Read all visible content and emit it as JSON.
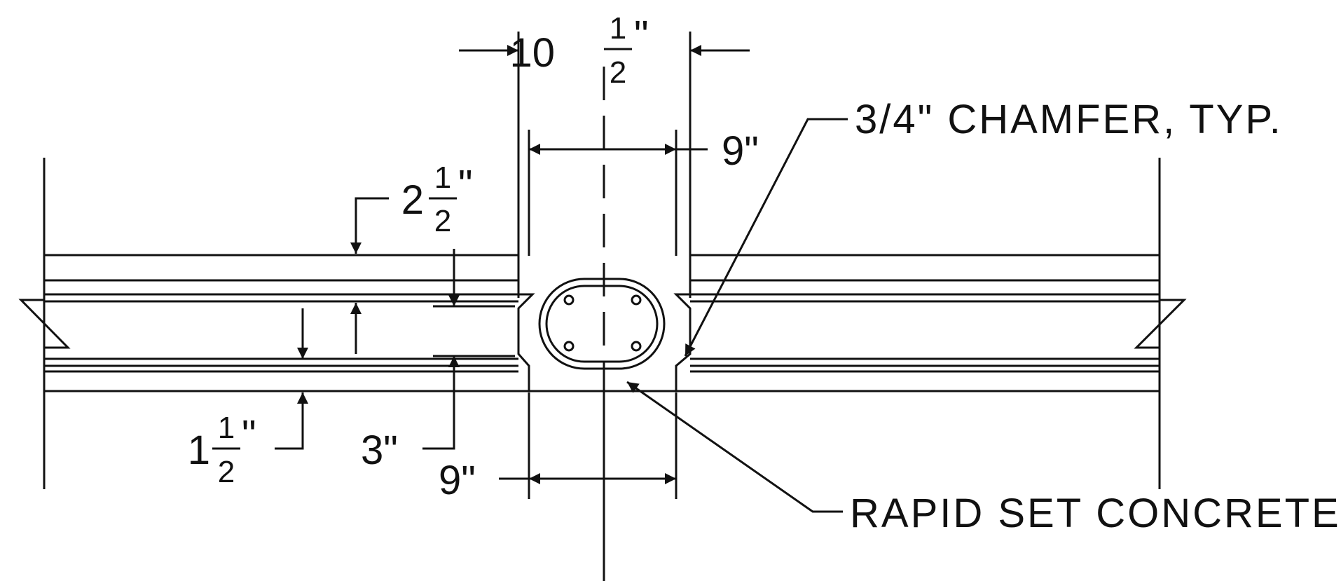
{
  "colors": {
    "line": "#111111",
    "background": "#ffffff"
  },
  "annotations": {
    "chamfer": "3/4\" CHAMFER, TYP.",
    "rapid_set": "RAPID SET CONCRETE"
  },
  "dimensions": {
    "top_width": {
      "whole": "10",
      "num": "1",
      "den": "2",
      "unit": "\""
    },
    "inner_top_width": {
      "value": "9\""
    },
    "bottom_width": {
      "value": "9\""
    },
    "top_cover": {
      "whole": "2",
      "num": "1",
      "den": "2",
      "unit": "\""
    },
    "bottom_cover": {
      "whole": "1",
      "num": "1",
      "den": "2",
      "unit": "\""
    },
    "depth": {
      "value": "3\""
    }
  }
}
